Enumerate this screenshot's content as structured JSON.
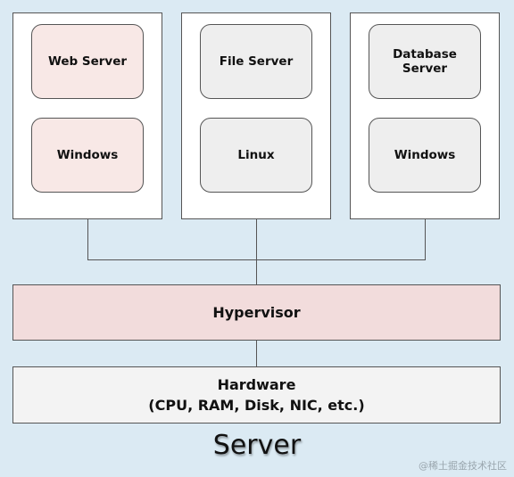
{
  "vms": [
    {
      "app": "Web Server",
      "os": "Windows"
    },
    {
      "app": "File Server",
      "os": "Linux"
    },
    {
      "app": "Database Server",
      "os": "Windows"
    }
  ],
  "hypervisor": "Hypervisor",
  "hardware": {
    "title": "Hardware",
    "detail": "(CPU, RAM, Disk, NIC, etc.)"
  },
  "caption": "Server",
  "watermark": "@稀土掘金技术社区",
  "colors": {
    "background": "#dbeaf3",
    "hypervisor_fill": "#f2dcdc",
    "hardware_fill": "#f3f3f3",
    "web_vm_fill": "#f8e8e6",
    "other_vm_fill": "#eeeeee",
    "border": "#555555"
  }
}
